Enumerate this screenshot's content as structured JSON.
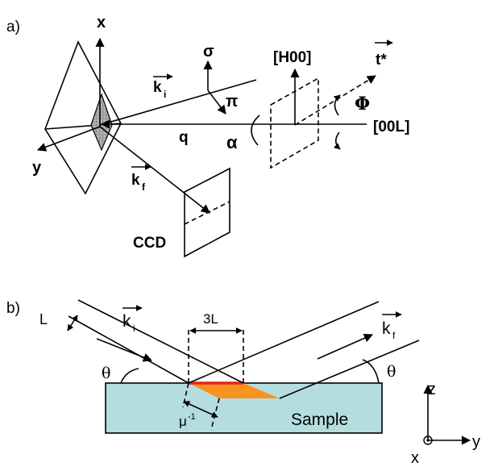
{
  "panel_a": {
    "label": "a)",
    "axis_x": "x",
    "axis_y": "y",
    "k_i": "k",
    "k_i_sub": "i",
    "k_f": "k",
    "k_f_sub": "f",
    "sigma": "σ",
    "pi": "π",
    "q": "q",
    "alpha": "α",
    "h00": "[H00]",
    "t_star": "t*",
    "phi": "Φ",
    "l00": "[00L]",
    "ccd": "CCD"
  },
  "panel_b": {
    "label": "b)",
    "L": "L",
    "k_i": "k",
    "k_i_sub": "i",
    "three_L": "3L",
    "k_f": "k",
    "k_f_sub": "f",
    "theta_left": "θ",
    "theta_right": "θ",
    "mu": "μ",
    "mu_sup": "-1",
    "sample": "Sample",
    "z": "z",
    "y": "y",
    "x": "x"
  },
  "colors": {
    "sample_fill": "#b4dde0",
    "footprint_orange": "#f7931e",
    "footprint_red": "#e8231a",
    "sample_spot": "#9c9c9c"
  }
}
